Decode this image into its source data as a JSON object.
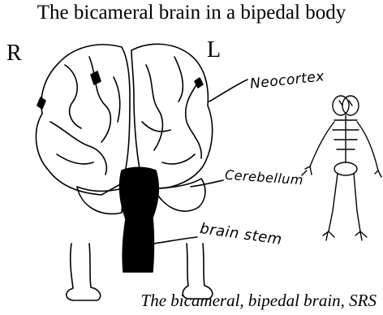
{
  "title": "The bicameral brain in a bipedal body",
  "side_labels": {
    "right": "R",
    "left": "L"
  },
  "labels": {
    "neocortex": "Neocortex",
    "cerebellum": "Cerebellum",
    "brain_stem": "brain stem"
  },
  "caption": "The bicameral, bipedal brain, SRS",
  "colors": {
    "ink": "#000000",
    "paper": "#ffffff"
  }
}
